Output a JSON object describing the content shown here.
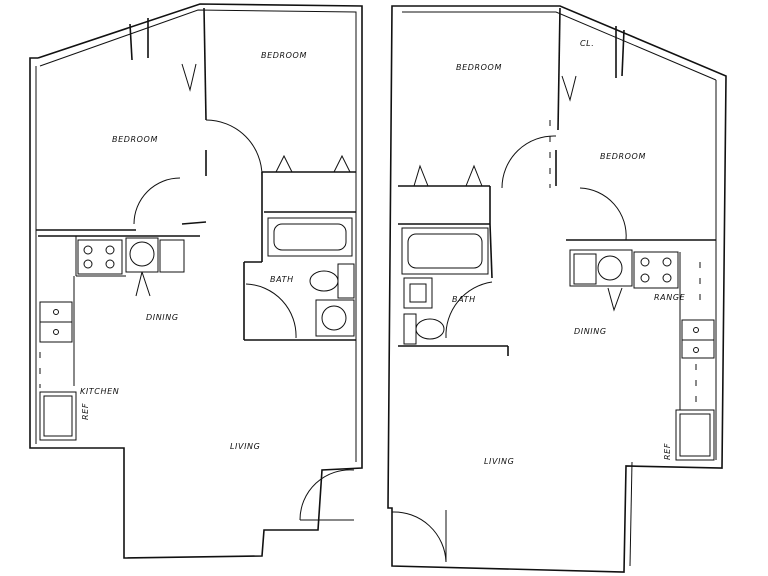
{
  "plans": [
    {
      "rooms": {
        "bedroom_a": "BEDROOM",
        "bedroom_b": "BEDROOM",
        "bath": "BATH",
        "dining": "DINING",
        "kitchen": "KITCHEN",
        "ref": "REF",
        "living": "LIVING"
      }
    },
    {
      "rooms": {
        "bedroom_a": "BEDROOM",
        "closet": "CL.",
        "bedroom_b": "BEDROOM",
        "bath": "BATH",
        "dining": "DINING",
        "range": "RANGE",
        "ref": "REF",
        "living": "LIVING"
      }
    }
  ]
}
